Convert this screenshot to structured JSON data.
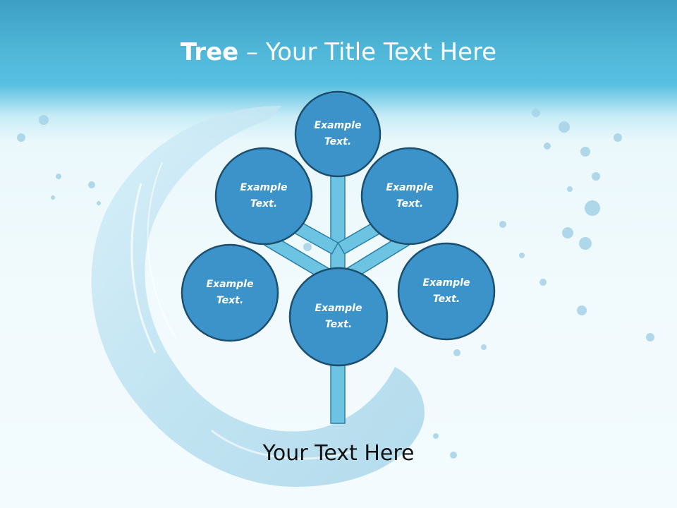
{
  "slide": {
    "title_bold": "Tree",
    "title_rest": " – Your Title Text Here",
    "caption": "Your Text Here"
  },
  "tree": {
    "nodes": [
      {
        "id": "top",
        "label": "Example Text."
      },
      {
        "id": "upper-left",
        "label": "Example Text."
      },
      {
        "id": "upper-right",
        "label": "Example Text."
      },
      {
        "id": "middle-left",
        "label": "Example Text."
      },
      {
        "id": "middle-right",
        "label": "Example Text."
      },
      {
        "id": "center",
        "label": "Example Text."
      }
    ]
  },
  "colors": {
    "circle_fill": "#3b93c9",
    "circle_stroke": "#1c4f6e",
    "branch_fill": "#6cc4e2",
    "branch_stroke": "#2a7fa6"
  }
}
